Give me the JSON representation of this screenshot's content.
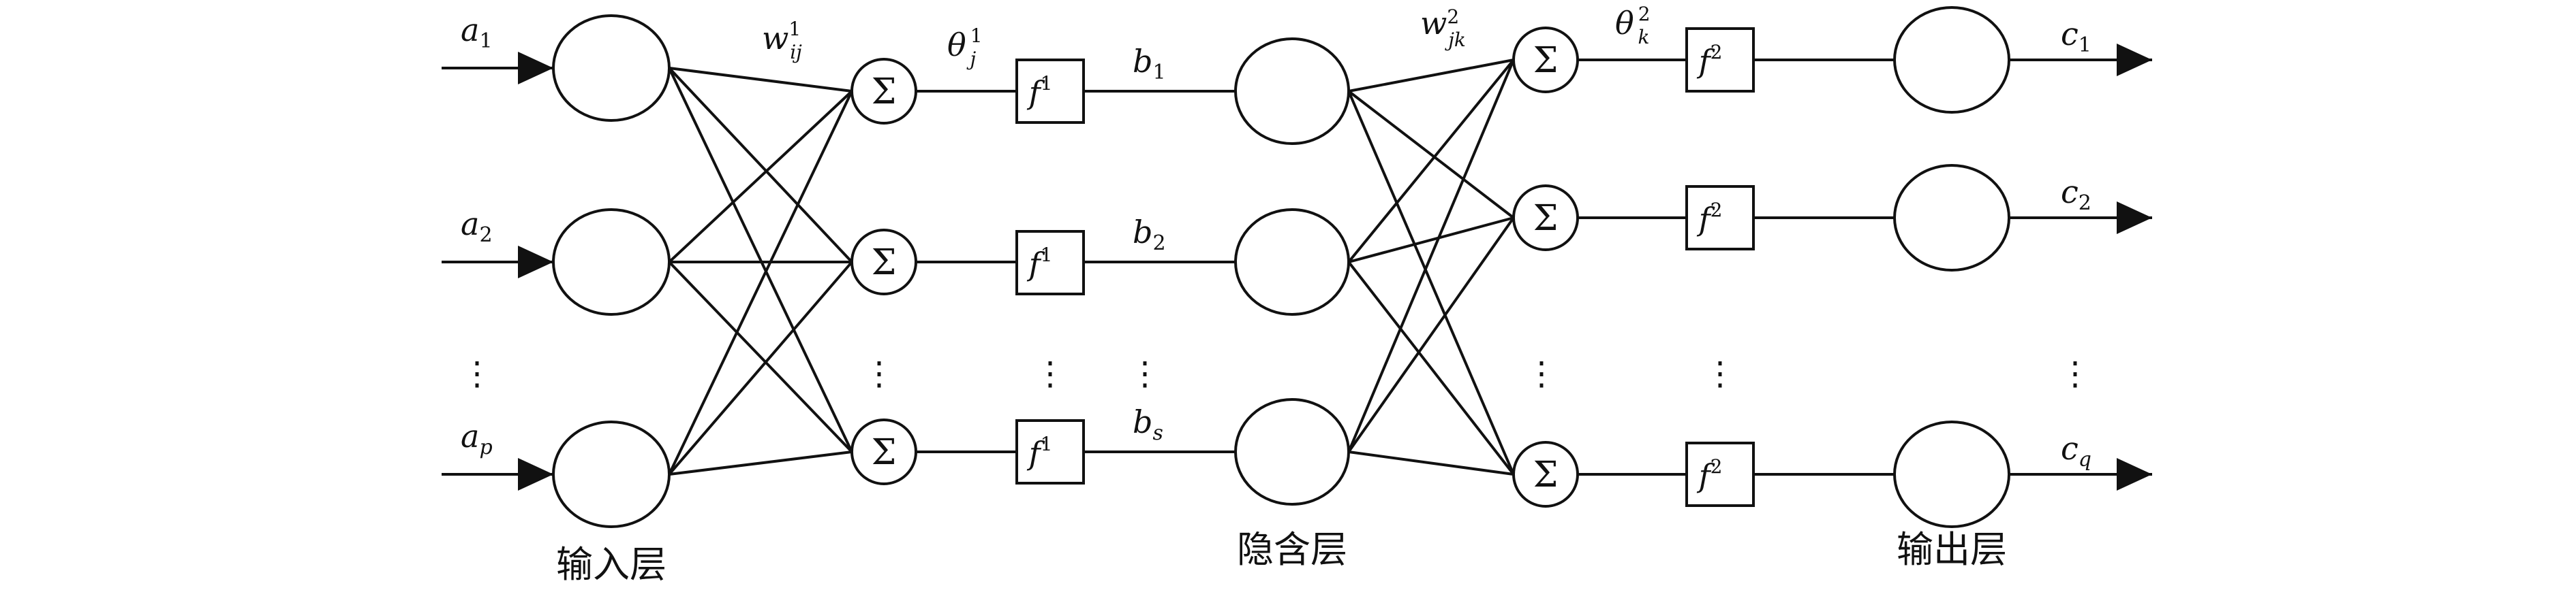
{
  "layers": {
    "input": "输入层",
    "hidden": "隐含层",
    "output": "输出层"
  },
  "inputs": [
    {
      "base": "a",
      "sub": "1"
    },
    {
      "base": "a",
      "sub": "2"
    },
    {
      "base": "a",
      "sub": "p"
    }
  ],
  "hidden_outputs": [
    {
      "base": "b",
      "sub": "1"
    },
    {
      "base": "b",
      "sub": "2"
    },
    {
      "base": "b",
      "sub": "s"
    }
  ],
  "outputs": [
    {
      "base": "c",
      "sub": "1"
    },
    {
      "base": "c",
      "sub": "2"
    },
    {
      "base": "c",
      "sub": "q"
    }
  ],
  "weights": {
    "layer1": {
      "base": "w",
      "sub": "ij",
      "sup": "1"
    },
    "layer2": {
      "base": "w",
      "sub": "jk",
      "sup": "2"
    }
  },
  "thresholds": {
    "layer1": {
      "base": "θ",
      "sub": "j",
      "sup": "1"
    },
    "layer2": {
      "base": "θ",
      "sub": "k",
      "sup": "2"
    }
  },
  "activations": {
    "layer1": {
      "base": "f",
      "sup": "1"
    },
    "layer2": {
      "base": "f",
      "sup": "2"
    }
  },
  "summation_symbol": "Σ",
  "ellipsis": "⋮"
}
